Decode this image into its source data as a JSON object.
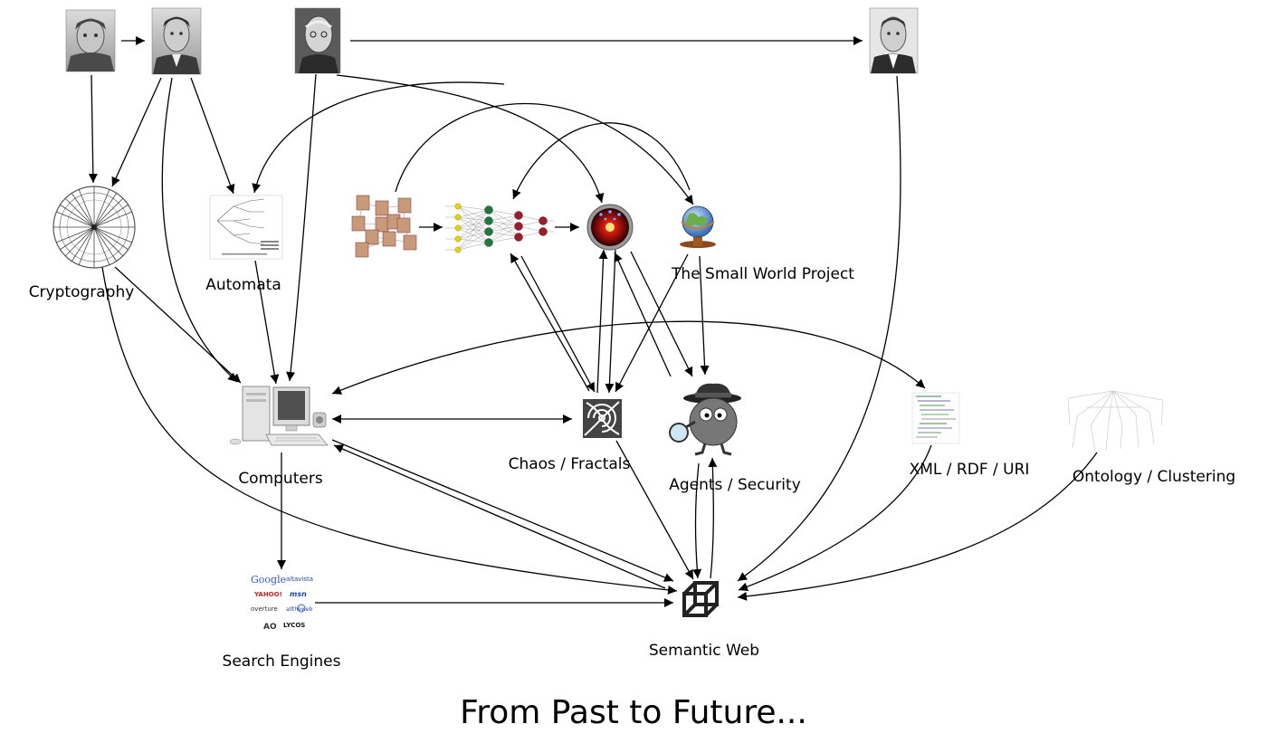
{
  "title": "From Past to Future...",
  "nodes": {
    "cryptography": "Cryptography",
    "automata": "Automata",
    "small_world": "The Small World Project",
    "computers": "Computers",
    "chaos": "Chaos / Fractals",
    "agents": "Agents / Security",
    "xml": "XML / RDF / URI",
    "ontology": "Ontology / Clustering",
    "search": "Search Engines",
    "semantic_web": "Semantic Web"
  },
  "search_logos": {
    "google": "Google",
    "altavista": "altavista",
    "yahoo": "YAHOO!",
    "msn": "msn",
    "overture": "overture",
    "alltheweb": "alltheweb",
    "aol": "AO",
    "lycos": "LYCOS"
  },
  "colors": {
    "line": "#000000",
    "hal_red": "#d01818",
    "globe_blue": "#4f8fd8"
  }
}
